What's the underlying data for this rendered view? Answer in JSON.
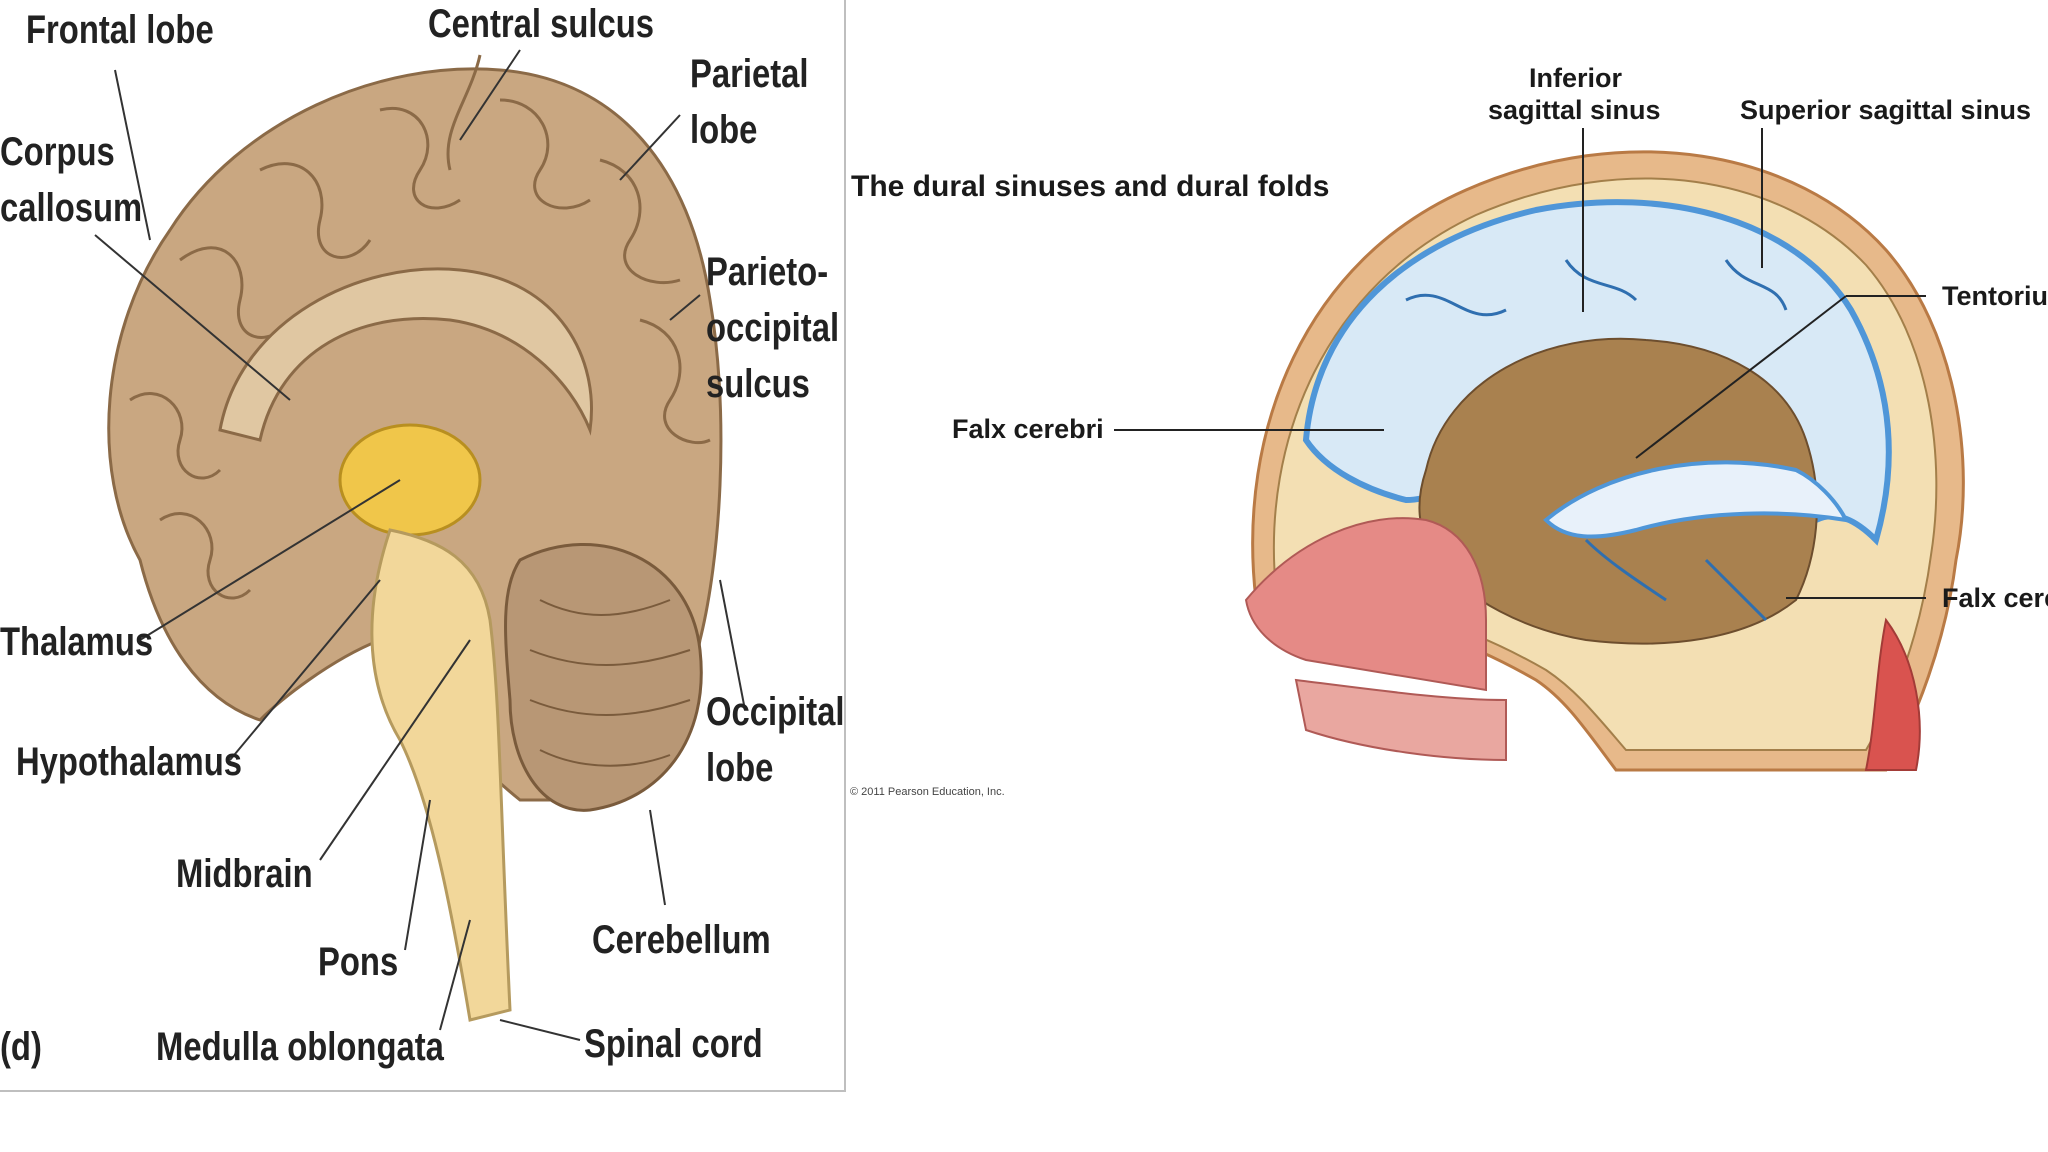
{
  "left_diagram": {
    "panel_tag": "(d)",
    "labels": {
      "frontal_lobe": "Frontal lobe",
      "central_sulcus": "Central sulcus",
      "parietal_lobe_1": "Parietal",
      "parietal_lobe_2": "lobe",
      "corpus_callosum_1": "Corpus",
      "corpus_callosum_2": "callosum",
      "parieto_occipital_1": "Parieto-",
      "parieto_occipital_2": "occipital",
      "parieto_occipital_3": "sulcus",
      "thalamus": "Thalamus",
      "hypothalamus": "Hypothalamus",
      "midbrain": "Midbrain",
      "pons": "Pons",
      "medulla": "Medulla oblongata",
      "occipital_lobe_1": "Occipital",
      "occipital_lobe_2": "lobe",
      "cerebellum": "Cerebellum",
      "spinal_cord": "Spinal cord"
    }
  },
  "right_diagram": {
    "title": "The dural sinuses and dural folds",
    "labels": {
      "inferior_sagittal_1": "Inferior",
      "inferior_sagittal_2": "sagittal sinus",
      "superior_sagittal": "Superior sagittal sinus",
      "tentorium": "Tentorium",
      "falx_cerebri": "Falx cerebri",
      "falx_cere_cut": "Falx cere"
    },
    "copyright": "© 2011 Pearson Education, Inc."
  },
  "colors": {
    "brain_tan": "#c9a781",
    "brainstem_yellow": "#f2d79a",
    "dura_blue": "#4f96d8",
    "nasal_pink": "#e58a86"
  }
}
